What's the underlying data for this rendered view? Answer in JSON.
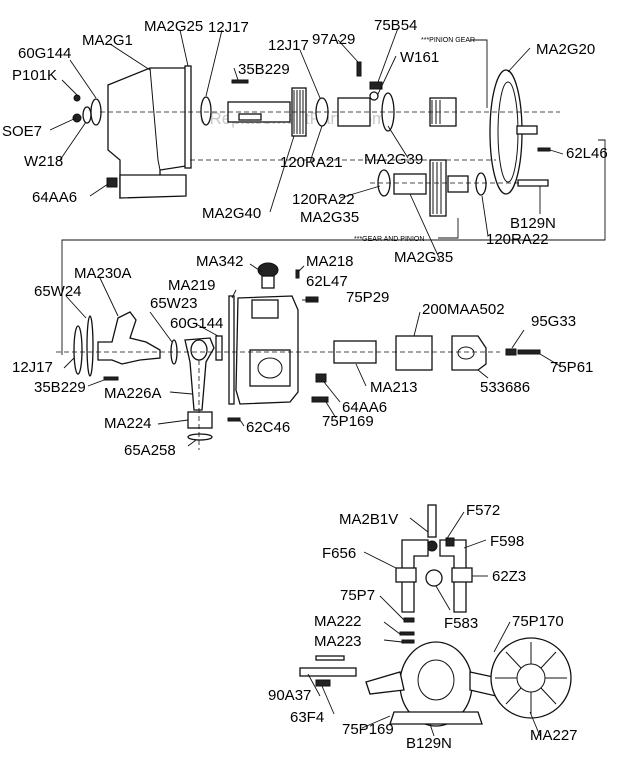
{
  "watermark": "eReplacementParts.com",
  "notes": {
    "pinion_gear": "***PINION GEAR",
    "gear_and_pinion": "***GEAR AND PINION"
  },
  "labels": [
    {
      "id": "ma2g1",
      "text": "MA2G1"
    },
    {
      "id": "ma2g25",
      "text": "MA2G25"
    },
    {
      "id": "12j17-top",
      "text": "12J17"
    },
    {
      "id": "60g144-top",
      "text": "60G144"
    },
    {
      "id": "p101k",
      "text": "P101K"
    },
    {
      "id": "soe7",
      "text": "SOE7"
    },
    {
      "id": "w218",
      "text": "W218"
    },
    {
      "id": "64aa6-top",
      "text": "64AA6"
    },
    {
      "id": "35b229-top",
      "text": "35B229"
    },
    {
      "id": "12j17-mid",
      "text": "12J17"
    },
    {
      "id": "97a29",
      "text": "97A29"
    },
    {
      "id": "75b54",
      "text": "75B54"
    },
    {
      "id": "w161",
      "text": "W161"
    },
    {
      "id": "ma2g20",
      "text": "MA2G20"
    },
    {
      "id": "120ra21",
      "text": "120RA21"
    },
    {
      "id": "ma2g39",
      "text": "MA2G39"
    },
    {
      "id": "62l46",
      "text": "62L46"
    },
    {
      "id": "120ra22-left",
      "text": "120RA22"
    },
    {
      "id": "ma2g35-left",
      "text": "MA2G35"
    },
    {
      "id": "ma2g40",
      "text": "MA2G40"
    },
    {
      "id": "b129n-top",
      "text": "B129N"
    },
    {
      "id": "120ra22-right",
      "text": "120RA22"
    },
    {
      "id": "ma2g35-right",
      "text": "MA2G35"
    },
    {
      "id": "ma342",
      "text": "MA342"
    },
    {
      "id": "ma218",
      "text": "MA218"
    },
    {
      "id": "ma230a",
      "text": "MA230A"
    },
    {
      "id": "ma219",
      "text": "MA219"
    },
    {
      "id": "62l47",
      "text": "62L47"
    },
    {
      "id": "65w24",
      "text": "65W24"
    },
    {
      "id": "75p29",
      "text": "75P29"
    },
    {
      "id": "65w23",
      "text": "65W23"
    },
    {
      "id": "200maa502",
      "text": "200MAA502"
    },
    {
      "id": "60g144-mid",
      "text": "60G144"
    },
    {
      "id": "95g33",
      "text": "95G33"
    },
    {
      "id": "12j17-low",
      "text": "12J17"
    },
    {
      "id": "75p61",
      "text": "75P61"
    },
    {
      "id": "35b229-low",
      "text": "35B229"
    },
    {
      "id": "ma213",
      "text": "MA213"
    },
    {
      "id": "ma226a",
      "text": "MA226A"
    },
    {
      "id": "533686",
      "text": "533686"
    },
    {
      "id": "64aa6-mid",
      "text": "64AA6"
    },
    {
      "id": "ma224",
      "text": "MA224"
    },
    {
      "id": "62c46",
      "text": "62C46"
    },
    {
      "id": "75p169-mid",
      "text": "75P169"
    },
    {
      "id": "65a258",
      "text": "65A258"
    },
    {
      "id": "ma2b1v",
      "text": "MA2B1V"
    },
    {
      "id": "f572",
      "text": "F572"
    },
    {
      "id": "f598",
      "text": "F598"
    },
    {
      "id": "f656",
      "text": "F656"
    },
    {
      "id": "62z3",
      "text": "62Z3"
    },
    {
      "id": "75p7",
      "text": "75P7"
    },
    {
      "id": "f583",
      "text": "F583"
    },
    {
      "id": "ma222",
      "text": "MA222"
    },
    {
      "id": "75p170",
      "text": "75P170"
    },
    {
      "id": "ma223",
      "text": "MA223"
    },
    {
      "id": "90a37",
      "text": "90A37"
    },
    {
      "id": "63f4",
      "text": "63F4"
    },
    {
      "id": "75p169-low",
      "text": "75P169"
    },
    {
      "id": "b129n-low",
      "text": "B129N"
    },
    {
      "id": "ma227",
      "text": "MA227"
    }
  ]
}
